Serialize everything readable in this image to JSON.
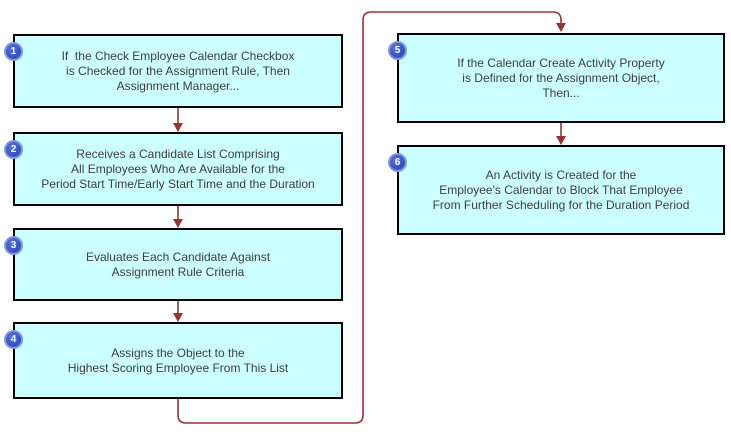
{
  "diagram": {
    "type": "flowchart",
    "colors": {
      "box_fill": "#ccffff",
      "box_border": "#000000",
      "connector": "#953333",
      "badge_fill": "#3c55c6",
      "badge_ring": "#8098e0",
      "badge_number": "#ffffff",
      "text": "#3d3d3d",
      "background": "#ffffff"
    },
    "steps": [
      {
        "number": "1",
        "lines": [
          "If  the Check Employee Calendar Checkbox",
          "is Checked for the Assignment Rule, Then",
          "Assignment Manager..."
        ]
      },
      {
        "number": "2",
        "lines": [
          "Receives a Candidate List Comprising",
          "All Employees Who Are Available for the",
          "Period Start Time/Early Start Time and the Duration"
        ]
      },
      {
        "number": "3",
        "lines": [
          "Evaluates Each Candidate Against",
          "Assignment Rule Criteria"
        ]
      },
      {
        "number": "4",
        "lines": [
          "Assigns the Object to the",
          "Highest Scoring Employee From This List"
        ]
      },
      {
        "number": "5",
        "lines": [
          "If the Calendar Create Activity Property",
          "is Defined for the Assignment Object,",
          "Then..."
        ]
      },
      {
        "number": "6",
        "lines": [
          "An Activity is Created for the",
          "Employee's Calendar to Block That Employee",
          "From Further Scheduling for the Duration Period"
        ]
      }
    ]
  }
}
